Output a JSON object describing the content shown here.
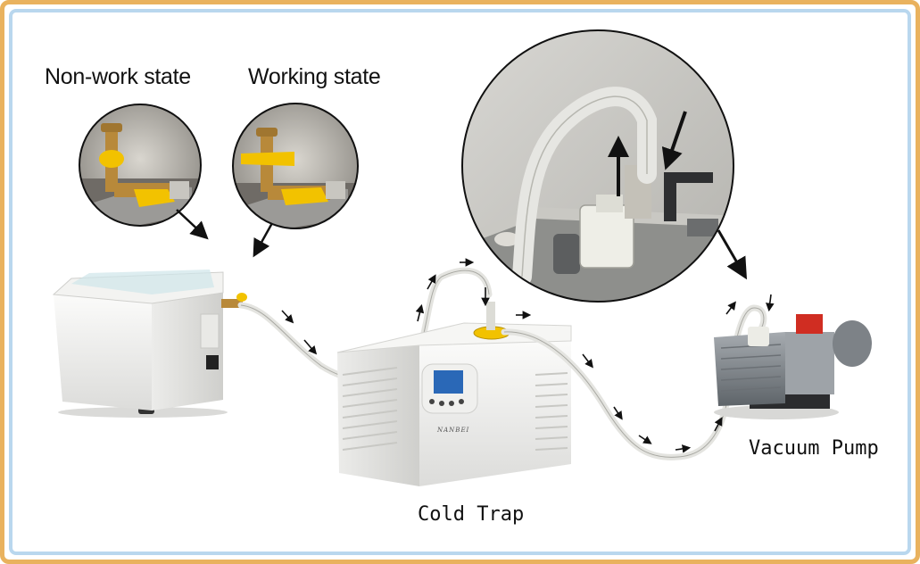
{
  "labels": {
    "non_work_state": "Non-work state",
    "working_state": "Working state",
    "cold_trap": "Cold Trap",
    "vacuum_pump": "Vacuum Pump"
  },
  "brand": "NANBEI",
  "colors": {
    "outer_border": "#e9b25e",
    "inner_border": "#b9d7ee",
    "valve_handle": "#f2c200",
    "brass": "#b8893a",
    "machine_white": "#f4f4f2",
    "hose": "#e6e6e2",
    "pump_gray": "#8d9399",
    "arrow": "#111111"
  }
}
